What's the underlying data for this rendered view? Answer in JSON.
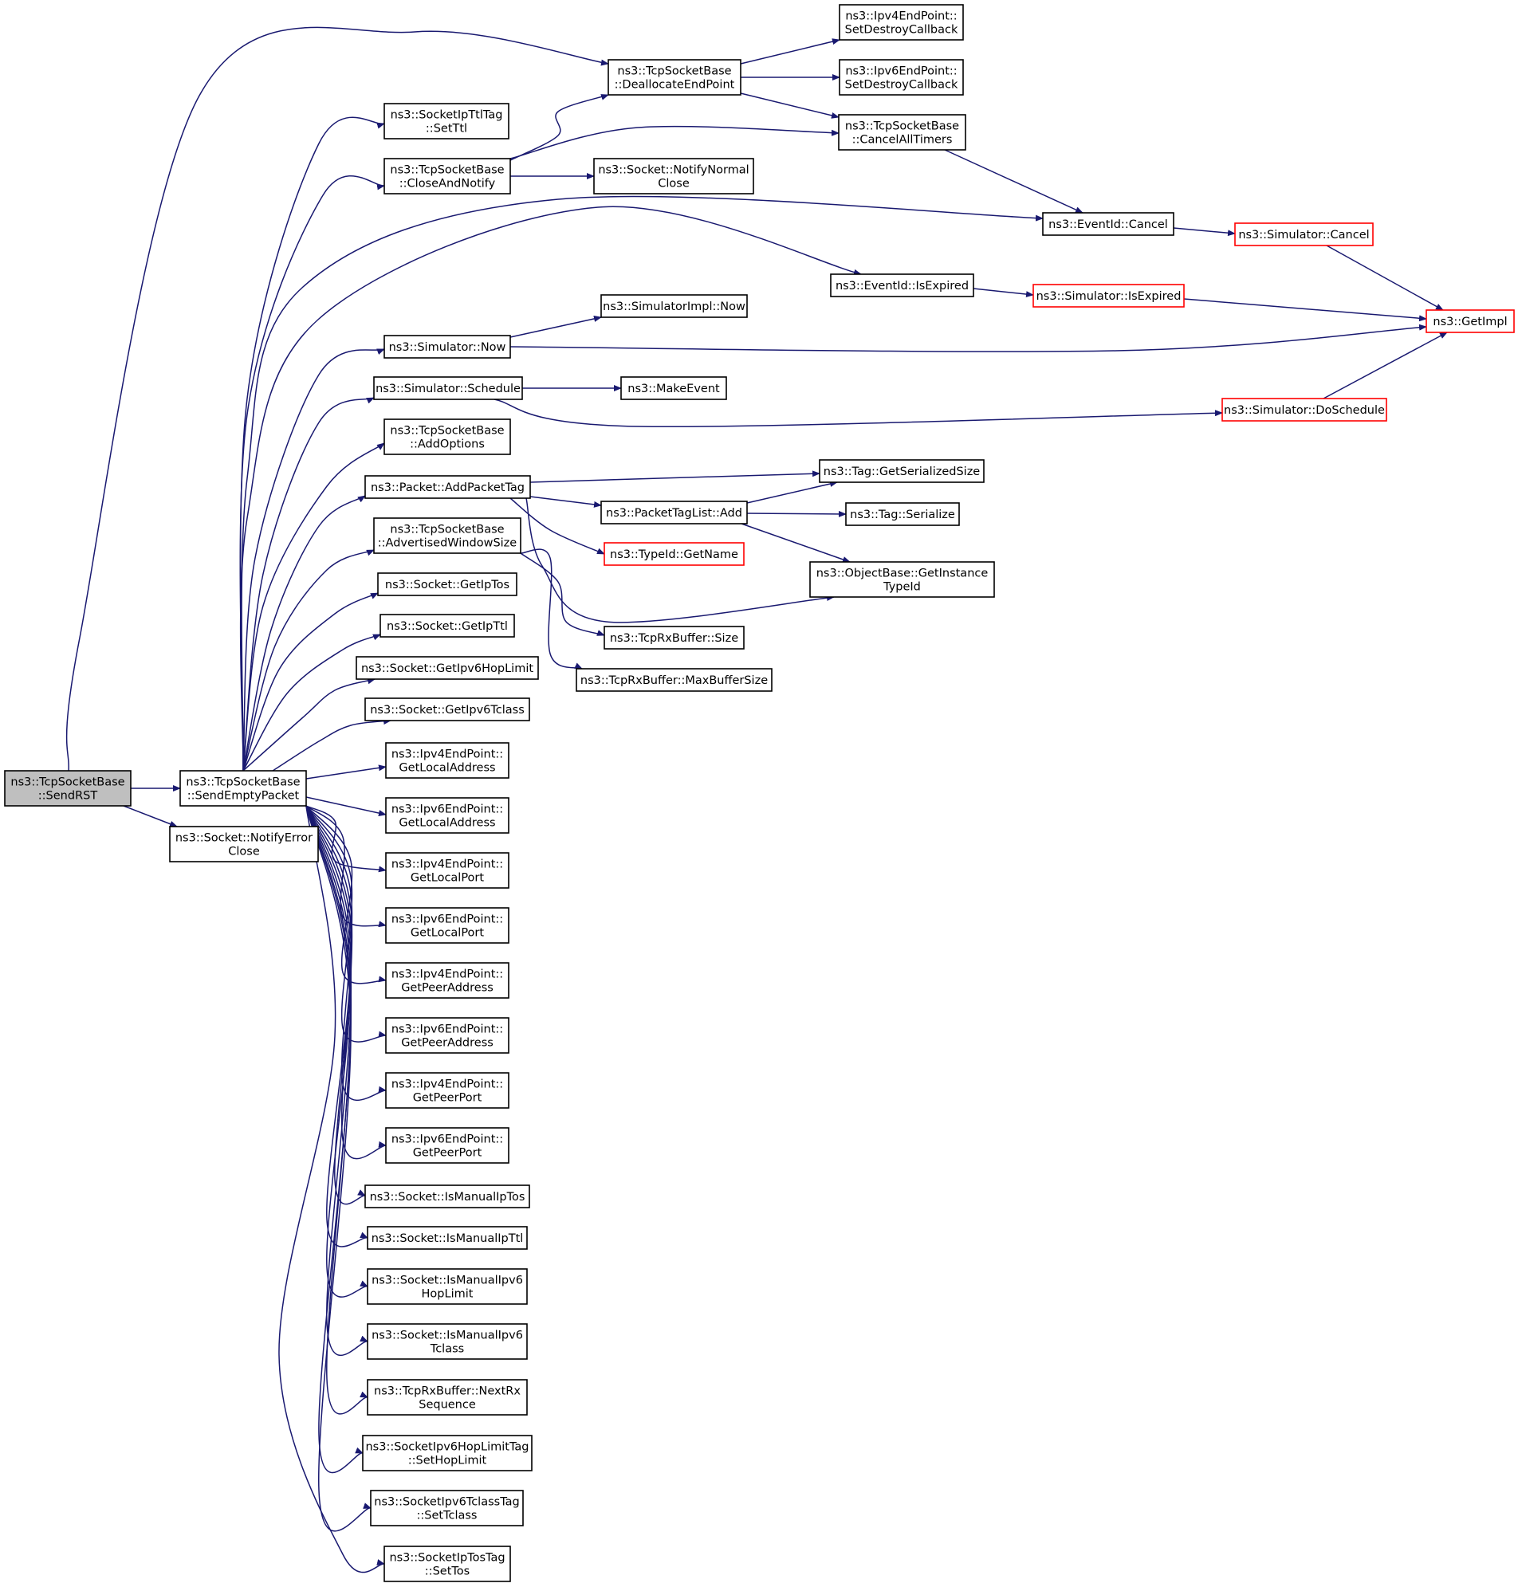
{
  "colors": {
    "edge": "#191970",
    "node_border": "#000000",
    "focus_fill": "#bfbfbf",
    "truncated_border": "#ff0000",
    "background": "#ffffff"
  },
  "nodes": [
    {
      "id": "sendrst",
      "lines": [
        "ns3::TcpSocketBase",
        "::SendRST"
      ],
      "style": "focus"
    },
    {
      "id": "sendemptypacket",
      "lines": [
        "ns3::TcpSocketBase",
        "::SendEmptyPacket"
      ],
      "style": "normal"
    },
    {
      "id": "notifyerrorclose",
      "lines": [
        "ns3::Socket::NotifyError",
        "Close"
      ],
      "style": "normal"
    },
    {
      "id": "deallocateendpoint",
      "lines": [
        "ns3::TcpSocketBase",
        "::DeallocateEndPoint"
      ],
      "style": "normal"
    },
    {
      "id": "ipv4_setdestroycb",
      "lines": [
        "ns3::Ipv4EndPoint::",
        "SetDestroyCallback"
      ],
      "style": "normal"
    },
    {
      "id": "ipv6_setdestroycb",
      "lines": [
        "ns3::Ipv6EndPoint::",
        "SetDestroyCallback"
      ],
      "style": "normal"
    },
    {
      "id": "cancelalltimers",
      "lines": [
        "ns3::TcpSocketBase",
        "::CancelAllTimers"
      ],
      "style": "normal"
    },
    {
      "id": "ipttl_setttl",
      "lines": [
        "ns3::SocketIpTtlTag",
        "::SetTtl"
      ],
      "style": "normal"
    },
    {
      "id": "closeandnotify",
      "lines": [
        "ns3::TcpSocketBase",
        "::CloseAndNotify"
      ],
      "style": "normal"
    },
    {
      "id": "notifynormalclose",
      "lines": [
        "ns3::Socket::NotifyNormal",
        "Close"
      ],
      "style": "normal"
    },
    {
      "id": "eventid_cancel",
      "lines": [
        "ns3::EventId::Cancel"
      ],
      "style": "normal"
    },
    {
      "id": "simulator_cancel",
      "lines": [
        "ns3::Simulator::Cancel"
      ],
      "style": "truncated"
    },
    {
      "id": "eventid_isexpired",
      "lines": [
        "ns3::EventId::IsExpired"
      ],
      "style": "normal"
    },
    {
      "id": "simulator_isexpired",
      "lines": [
        "ns3::Simulator::IsExpired"
      ],
      "style": "truncated"
    },
    {
      "id": "getimpl",
      "lines": [
        "ns3::GetImpl"
      ],
      "style": "truncated"
    },
    {
      "id": "simimpl_now",
      "lines": [
        "ns3::SimulatorImpl::Now"
      ],
      "style": "normal"
    },
    {
      "id": "simulator_now",
      "lines": [
        "ns3::Simulator::Now"
      ],
      "style": "normal"
    },
    {
      "id": "simulator_schedule",
      "lines": [
        "ns3::Simulator::Schedule"
      ],
      "style": "normal"
    },
    {
      "id": "makeevent",
      "lines": [
        "ns3::MakeEvent"
      ],
      "style": "normal"
    },
    {
      "id": "doschedule",
      "lines": [
        "ns3::Simulator::DoSchedule"
      ],
      "style": "truncated"
    },
    {
      "id": "addoptions",
      "lines": [
        "ns3::TcpSocketBase",
        "::AddOptions"
      ],
      "style": "normal"
    },
    {
      "id": "addpackettag",
      "lines": [
        "ns3::Packet::AddPacketTag"
      ],
      "style": "normal"
    },
    {
      "id": "getserializedsize",
      "lines": [
        "ns3::Tag::GetSerializedSize"
      ],
      "style": "normal"
    },
    {
      "id": "packettaglist_add",
      "lines": [
        "ns3::PacketTagList::Add"
      ],
      "style": "normal"
    },
    {
      "id": "tag_serialize",
      "lines": [
        "ns3::Tag::Serialize"
      ],
      "style": "normal"
    },
    {
      "id": "typeid_getname",
      "lines": [
        "ns3::TypeId::GetName"
      ],
      "style": "truncated"
    },
    {
      "id": "getinstancetypeid",
      "lines": [
        "ns3::ObjectBase::GetInstance",
        "TypeId"
      ],
      "style": "normal"
    },
    {
      "id": "advertisedwindowsize",
      "lines": [
        "ns3::TcpSocketBase",
        "::AdvertisedWindowSize"
      ],
      "style": "normal"
    },
    {
      "id": "rxbuffer_size",
      "lines": [
        "ns3::TcpRxBuffer::Size"
      ],
      "style": "normal"
    },
    {
      "id": "rxbuffer_maxbuffersize",
      "lines": [
        "ns3::TcpRxBuffer::MaxBufferSize"
      ],
      "style": "normal"
    },
    {
      "id": "getiptos",
      "lines": [
        "ns3::Socket::GetIpTos"
      ],
      "style": "normal"
    },
    {
      "id": "getipttl",
      "lines": [
        "ns3::Socket::GetIpTtl"
      ],
      "style": "normal"
    },
    {
      "id": "getipv6hoplimit",
      "lines": [
        "ns3::Socket::GetIpv6HopLimit"
      ],
      "style": "normal"
    },
    {
      "id": "getipv6tclass",
      "lines": [
        "ns3::Socket::GetIpv6Tclass"
      ],
      "style": "normal"
    },
    {
      "id": "ipv4_getlocaladdress",
      "lines": [
        "ns3::Ipv4EndPoint::",
        "GetLocalAddress"
      ],
      "style": "normal"
    },
    {
      "id": "ipv6_getlocaladdress",
      "lines": [
        "ns3::Ipv6EndPoint::",
        "GetLocalAddress"
      ],
      "style": "normal"
    },
    {
      "id": "ipv4_getlocalport",
      "lines": [
        "ns3::Ipv4EndPoint::",
        "GetLocalPort"
      ],
      "style": "normal"
    },
    {
      "id": "ipv6_getlocalport",
      "lines": [
        "ns3::Ipv6EndPoint::",
        "GetLocalPort"
      ],
      "style": "normal"
    },
    {
      "id": "ipv4_getpeeraddress",
      "lines": [
        "ns3::Ipv4EndPoint::",
        "GetPeerAddress"
      ],
      "style": "normal"
    },
    {
      "id": "ipv6_getpeeraddress",
      "lines": [
        "ns3::Ipv6EndPoint::",
        "GetPeerAddress"
      ],
      "style": "normal"
    },
    {
      "id": "ipv4_getpeerport",
      "lines": [
        "ns3::Ipv4EndPoint::",
        "GetPeerPort"
      ],
      "style": "normal"
    },
    {
      "id": "ipv6_getpeerport",
      "lines": [
        "ns3::Ipv6EndPoint::",
        "GetPeerPort"
      ],
      "style": "normal"
    },
    {
      "id": "ismanualiptos",
      "lines": [
        "ns3::Socket::IsManualIpTos"
      ],
      "style": "normal"
    },
    {
      "id": "ismanualipttl",
      "lines": [
        "ns3::Socket::IsManualIpTtl"
      ],
      "style": "normal"
    },
    {
      "id": "ismanualipv6hoplimit",
      "lines": [
        "ns3::Socket::IsManualIpv6",
        "HopLimit"
      ],
      "style": "normal"
    },
    {
      "id": "ismanualipv6tclass",
      "lines": [
        "ns3::Socket::IsManualIpv6",
        "Tclass"
      ],
      "style": "normal"
    },
    {
      "id": "nextrxsequence",
      "lines": [
        "ns3::TcpRxBuffer::NextRx",
        "Sequence"
      ],
      "style": "normal"
    },
    {
      "id": "sethoplimit",
      "lines": [
        "ns3::SocketIpv6HopLimitTag",
        "::SetHopLimit"
      ],
      "style": "normal"
    },
    {
      "id": "settclass",
      "lines": [
        "ns3::SocketIpv6TclassTag",
        "::SetTclass"
      ],
      "style": "normal"
    },
    {
      "id": "settos",
      "lines": [
        "ns3::SocketIpTosTag",
        "::SetTos"
      ],
      "style": "normal"
    }
  ],
  "edges": [
    [
      "sendrst",
      "sendemptypacket"
    ],
    [
      "sendrst",
      "notifyerrorclose"
    ],
    [
      "sendrst",
      "deallocateendpoint"
    ],
    [
      "deallocateendpoint",
      "ipv4_setdestroycb"
    ],
    [
      "deallocateendpoint",
      "ipv6_setdestroycb"
    ],
    [
      "deallocateendpoint",
      "cancelalltimers"
    ],
    [
      "cancelalltimers",
      "eventid_cancel"
    ],
    [
      "closeandnotify",
      "deallocateendpoint"
    ],
    [
      "closeandnotify",
      "cancelalltimers"
    ],
    [
      "closeandnotify",
      "notifynormalclose"
    ],
    [
      "eventid_cancel",
      "simulator_cancel"
    ],
    [
      "simulator_cancel",
      "getimpl"
    ],
    [
      "eventid_isexpired",
      "simulator_isexpired"
    ],
    [
      "simulator_isexpired",
      "getimpl"
    ],
    [
      "simulator_now",
      "simimpl_now"
    ],
    [
      "simulator_now",
      "getimpl"
    ],
    [
      "simulator_schedule",
      "makeevent"
    ],
    [
      "simulator_schedule",
      "doschedule"
    ],
    [
      "doschedule",
      "getimpl"
    ],
    [
      "addpackettag",
      "getserializedsize"
    ],
    [
      "addpackettag",
      "packettaglist_add"
    ],
    [
      "addpackettag",
      "typeid_getname"
    ],
    [
      "addpackettag",
      "getinstancetypeid"
    ],
    [
      "packettaglist_add",
      "getserializedsize"
    ],
    [
      "packettaglist_add",
      "tag_serialize"
    ],
    [
      "packettaglist_add",
      "getinstancetypeid"
    ],
    [
      "advertisedwindowsize",
      "rxbuffer_size"
    ],
    [
      "advertisedwindowsize",
      "rxbuffer_maxbuffersize"
    ],
    [
      "sendemptypacket",
      "ipttl_setttl"
    ],
    [
      "sendemptypacket",
      "closeandnotify"
    ],
    [
      "sendemptypacket",
      "eventid_cancel"
    ],
    [
      "sendemptypacket",
      "eventid_isexpired"
    ],
    [
      "sendemptypacket",
      "simulator_now"
    ],
    [
      "sendemptypacket",
      "simulator_schedule"
    ],
    [
      "sendemptypacket",
      "addoptions"
    ],
    [
      "sendemptypacket",
      "addpackettag"
    ],
    [
      "sendemptypacket",
      "advertisedwindowsize"
    ],
    [
      "sendemptypacket",
      "getiptos"
    ],
    [
      "sendemptypacket",
      "getipttl"
    ],
    [
      "sendemptypacket",
      "getipv6hoplimit"
    ],
    [
      "sendemptypacket",
      "getipv6tclass"
    ],
    [
      "sendemptypacket",
      "ipv4_getlocaladdress"
    ],
    [
      "sendemptypacket",
      "ipv6_getlocaladdress"
    ],
    [
      "sendemptypacket",
      "ipv4_getlocalport"
    ],
    [
      "sendemptypacket",
      "ipv6_getlocalport"
    ],
    [
      "sendemptypacket",
      "ipv4_getpeeraddress"
    ],
    [
      "sendemptypacket",
      "ipv6_getpeeraddress"
    ],
    [
      "sendemptypacket",
      "ipv4_getpeerport"
    ],
    [
      "sendemptypacket",
      "ipv6_getpeerport"
    ],
    [
      "sendemptypacket",
      "ismanualiptos"
    ],
    [
      "sendemptypacket",
      "ismanualipttl"
    ],
    [
      "sendemptypacket",
      "ismanualipv6hoplimit"
    ],
    [
      "sendemptypacket",
      "ismanualipv6tclass"
    ],
    [
      "sendemptypacket",
      "nextrxsequence"
    ],
    [
      "sendemptypacket",
      "sethoplimit"
    ],
    [
      "sendemptypacket",
      "settclass"
    ],
    [
      "sendemptypacket",
      "settos"
    ]
  ]
}
